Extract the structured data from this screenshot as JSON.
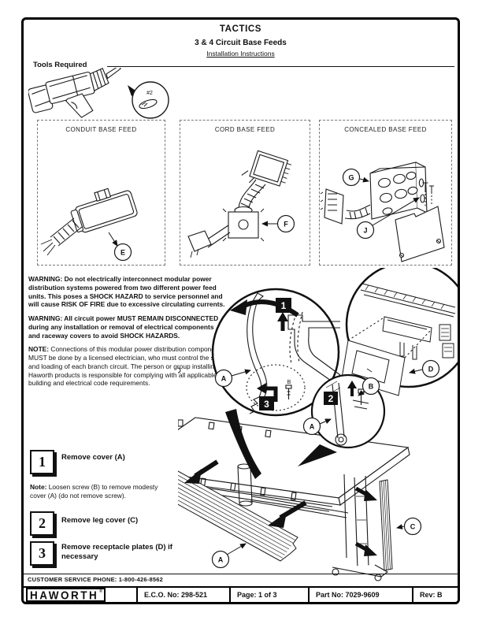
{
  "header": {
    "brand": "TACTICS",
    "title": "3 & 4 Circuit Base Feeds",
    "subtitle": "Installation Instructions"
  },
  "tools": {
    "label": "Tools Required",
    "bit": "#2"
  },
  "feeds": [
    {
      "title": "CONDUIT BASE FEED",
      "callout": "E"
    },
    {
      "title": "CORD BASE FEED",
      "callout": "F"
    },
    {
      "title": "CONCEALED BASE FEED",
      "callout_g": "G",
      "callout_j": "J"
    }
  ],
  "warnings": [
    {
      "label": "WARNING:",
      "text": "Do not electrically interconnect modular power distribution systems powered from two different power feed units.  This poses a SHOCK HAZARD to service personnel and will cause RISK OF FIRE due to excessive circulating currents."
    },
    {
      "label": "WARNING:",
      "text": "All circuit power MUST REMAIN DISCONNECTED during any installation or removal of electrical components and raceway covers to avoid SHOCK HAZARDS."
    },
    {
      "label": "NOTE:",
      "text": "Connections of this modular power distribution component MUST be done by a licensed electrician, who must control the size and loading of each branch circuit.  The person or group installing Haworth products is responsible for complying with all applicable building and electrical code requirements."
    }
  ],
  "steps": [
    {
      "num": "1",
      "text": "Remove cover (A)"
    },
    {
      "num": "2",
      "text": "Remove leg cover (C)"
    },
    {
      "num": "3",
      "text": "Remove receptacle plates (D) if necessary"
    }
  ],
  "step_note": {
    "label": "Note:",
    "text": "Loosen screw (B) to remove modesty cover (A) (do not remove screw)."
  },
  "diagram": {
    "markers": {
      "m1": "1",
      "m2": "2",
      "m3": "3"
    },
    "callouts": {
      "a": "A",
      "b": "B",
      "c": "C",
      "d": "D"
    }
  },
  "footer": {
    "phone": "CUSTOMER SERVICE PHONE: 1-800-426-8562",
    "logo": "HAWORTH",
    "registered": "®",
    "eco": "E.C.O. No:  298-521",
    "page": "Page:  1 of 3",
    "part": "Part No:  7029-9609",
    "rev": "Rev:  B"
  }
}
